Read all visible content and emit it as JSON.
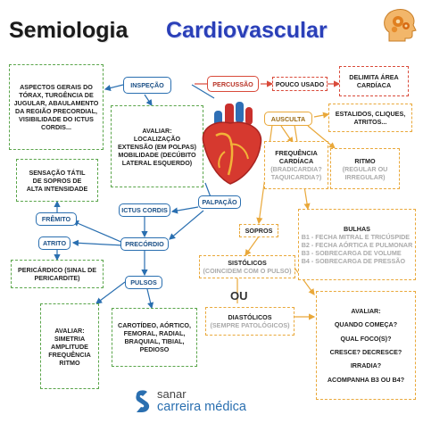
{
  "title": {
    "part1": "Semiologia",
    "part2": "Cardiovascular"
  },
  "inspection": {
    "label": "INSPEÇÃO",
    "findings": "ASPECTOS GERAIS DO\nTÓRAX, TURGÊNCIA DE\nJUGULAR, ABAULAMENTO\nDA REGIÃO PRECORDIAL,\nVISIBILIDADE DO ICTUS\nCORDIS...",
    "evaluate": "AVALIAR:\nLOCALIZAÇÃO\nEXTENSÃO (EM POLPAS)\nMOBILIDADE (DECÚBITO\nLATERAL ESQUERDO)"
  },
  "palpation": {
    "label": "PALPAÇÃO",
    "ictus": "ICTUS CORDIS",
    "precordio": "PRECÓRDIO",
    "fremito": "FRÊMITO",
    "fremito_desc": "SENSAÇÃO TÁTIL\nDE SOPROS DE\nALTA INTENSIDADE",
    "atrito": "ATRITO",
    "atrito_desc": "PERICÁRDICO (SINAL DE\nPERICARDITE)",
    "pulsos": "PULSOS",
    "pulsos_eval": "AVALIAR:\nSIMETRIA\nAMPLITUDE\nFREQUÊNCIA\nRITMO",
    "pulsos_list": "CAROTÍDEO, AÓRTICO,\nFEMORAL, RADIAL,\nBRAQUIAL, TIBIAL,\nPEDIOSO"
  },
  "percussion": {
    "label": "PERCUSSÃO",
    "pouco": "POUCO USADO",
    "delimita": "DELIMITA ÁREA\nCARDÍACA"
  },
  "auscultation": {
    "label": "AUSCULTA",
    "sounds": "ESTALIDOS, CLIQUES,\nATRITOS...",
    "freq_title": "FREQUÊNCIA\nCARDÍACA",
    "freq_sub": "(BRADICARDIA?\nTAQUICARDIA?)",
    "ritmo_title": "RITMO",
    "ritmo_sub": "(REGULAR OU\nIRREGULAR)",
    "bulhas_title": "BULHAS",
    "bulhas_list": "B1 - FECHA MITRAL E TRICÚSPIDE\nB2 - FECHA AÓRTICA E PULMONAR\nB3 - SOBRECARGA DE VOLUME\nB4 - SOBRECARGA DE PRESSÃO",
    "sopros": "SOPROS",
    "sistolicos_title": "SISTÓLICOS",
    "sistolicos_sub": "(COINCIDEM COM O PULSO)",
    "ou": "OU",
    "diastolicos_title": "DIASTÓLICOS",
    "diastolicos_sub": "(SEMPRE PATOLÓGICOS)",
    "avaliar": "AVALIAR:\nQUANDO COMEÇA?\nQUAL FOCO(S)?\nCRESCE? DECRESCE?\nIRRADIA?\nACOMPANHA B3 OU B4?"
  },
  "brand": {
    "line1": "sanar",
    "line2": "carreira médica"
  },
  "colors": {
    "green": "#5aa54a",
    "blue": "#2a6fb0",
    "red": "#d94a3a",
    "orange": "#e9a83a",
    "title_blue": "#2a3fb8"
  },
  "icons": {
    "head": "head-gears-icon",
    "heart": "heart-icon",
    "logo": "sanar-logo-icon"
  }
}
